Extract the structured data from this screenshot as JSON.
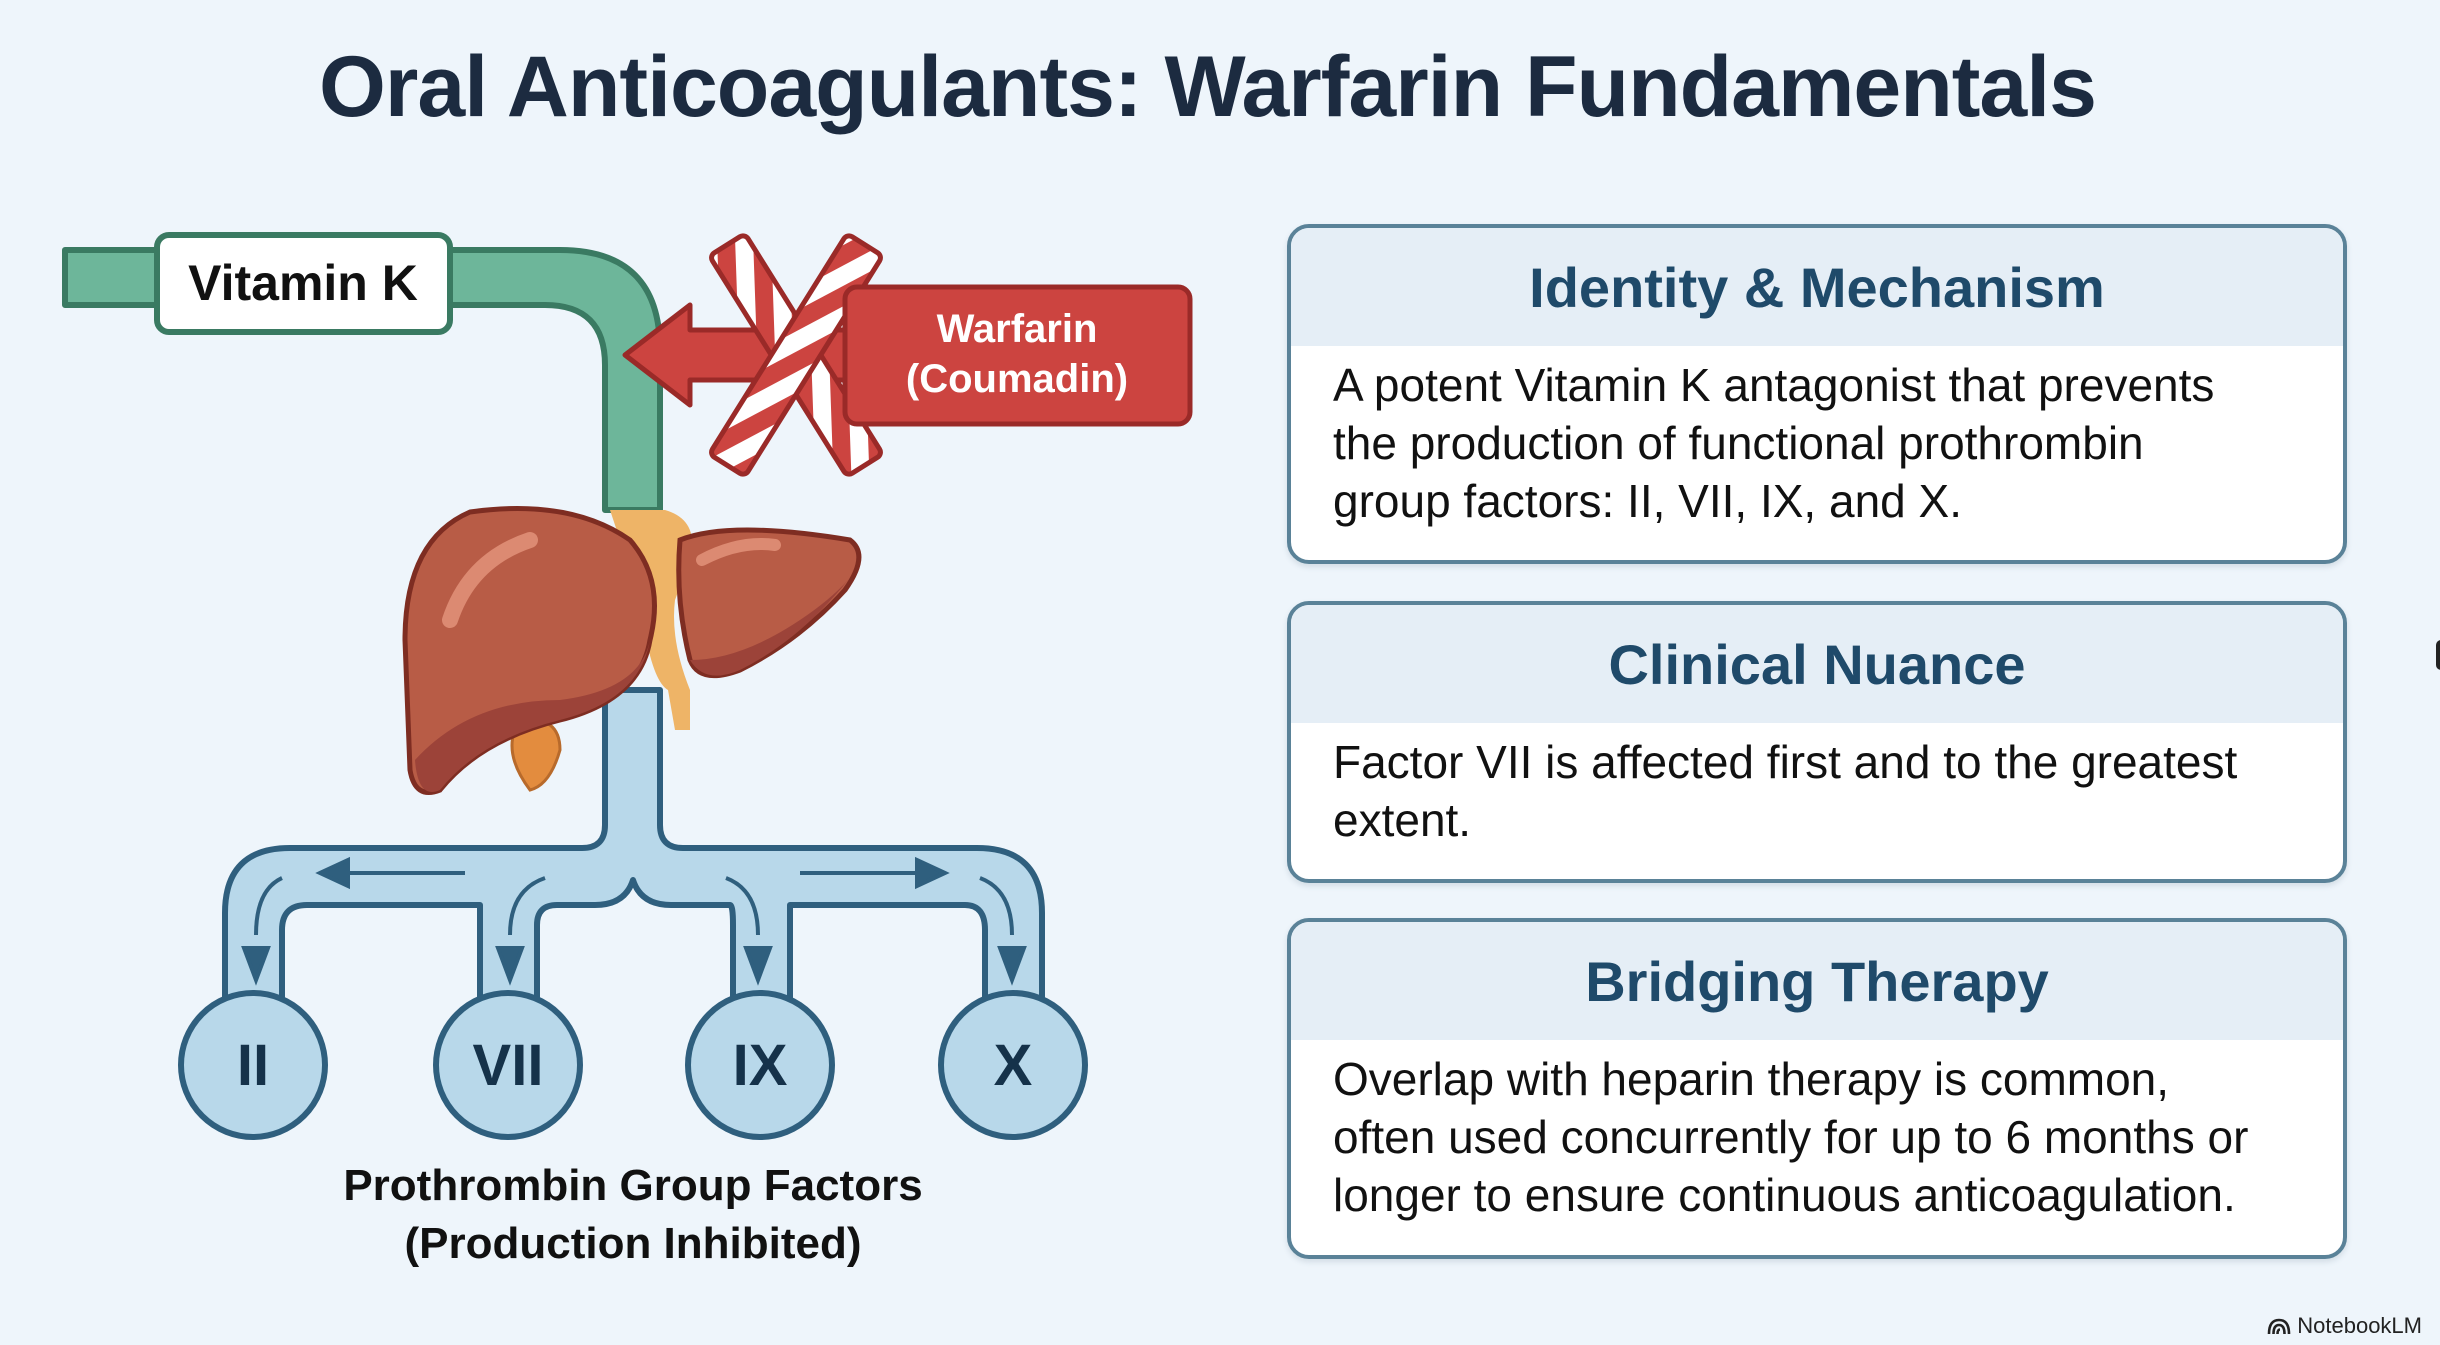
{
  "title": "Oral Anticoagulants: Warfarin Fundamentals",
  "diagram": {
    "vitamin_label": "Vitamin K",
    "drug_label_line1": "Warfarin",
    "drug_label_line2": "(Coumadin)",
    "blocked_icon": "striped-x-block-icon",
    "organ_icon": "liver-icon",
    "factors": [
      "II",
      "VII",
      "IX",
      "X"
    ],
    "factors_caption_line1": "Prothrombin Group Factors",
    "factors_caption_line2": "(Production Inhibited)",
    "colors": {
      "vitamin_pipe": "#6db69a",
      "vitamin_pipe_stroke": "#3a7a62",
      "drug": "#cc4440",
      "drug_stroke": "#9a2a28",
      "factor_pipe": "#b8d8ea",
      "factor_stroke": "#2f5f7e",
      "liver": "#b85c46",
      "liver_shadow": "#9c4339"
    }
  },
  "cards": [
    {
      "heading": "Identity & Mechanism",
      "lines": [
        "A potent Vitamin K antagonist that prevents",
        "the production of functional prothrombin",
        "group factors: II, VII, IX, and X."
      ]
    },
    {
      "heading": "Clinical Nuance",
      "lines": [
        "Factor VII is affected first and to the greatest",
        "extent."
      ]
    },
    {
      "heading": "Bridging Therapy",
      "lines": [
        "Overlap with heparin therapy is common,",
        "often used concurrently for up to 6 months or",
        "longer to ensure continuous anticoagulation."
      ]
    }
  ],
  "footer": {
    "brand": "NotebookLM",
    "brand_icon": "notebooklm-logo-icon"
  }
}
